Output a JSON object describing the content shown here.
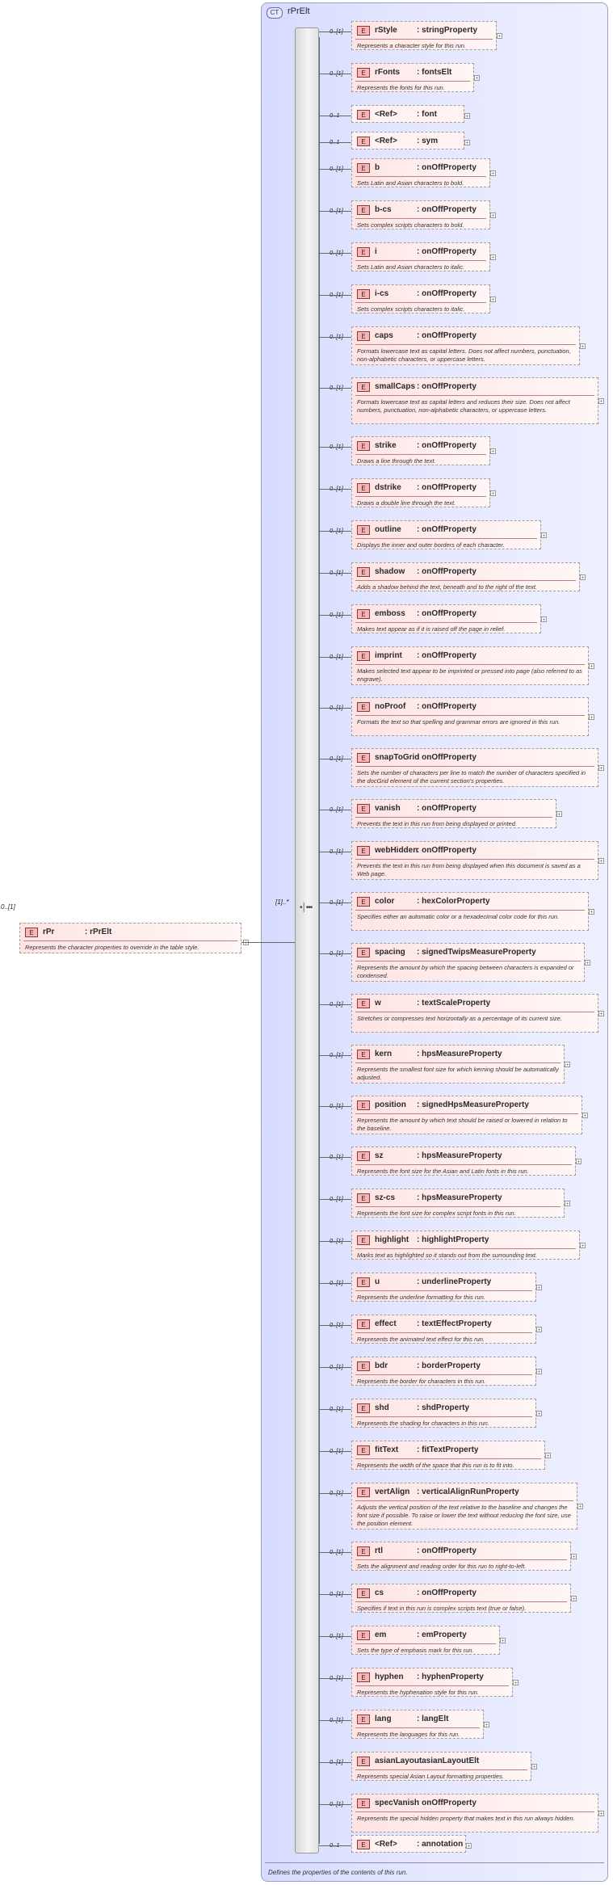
{
  "container": {
    "badge": "CT",
    "name": "rPrElt",
    "documentation": "Defines the properties of the contents of this run."
  },
  "root": {
    "occurrence": "0..[1]",
    "badge": "E",
    "name": "rPr",
    "type": ": rPrElt",
    "documentation": "Represents the character properties to override in the table style."
  },
  "sequence": {
    "occurrence": "[1]..*",
    "compositor_glyph": "•│•••"
  },
  "elements": [
    {
      "occ": "0..[1]",
      "badge": "E",
      "name": "rStyle",
      "type": ": stringProperty",
      "doc": "Represents a character style for this run."
    },
    {
      "occ": "0..[1]",
      "badge": "E",
      "name": "rFonts",
      "type": ": fontsElt",
      "doc": "Represents the fonts for this run."
    },
    {
      "occ": "0..1",
      "badge": "E",
      "name": "<Ref>",
      "type": ": font",
      "doc": ""
    },
    {
      "occ": "0..1",
      "badge": "E",
      "name": "<Ref>",
      "type": ": sym",
      "doc": ""
    },
    {
      "occ": "0..[1]",
      "badge": "E",
      "name": "b",
      "type": ": onOffProperty",
      "doc": "Sets Latin and Asian characters to bold."
    },
    {
      "occ": "0..[1]",
      "badge": "E",
      "name": "b-cs",
      "type": ": onOffProperty",
      "doc": "Sets complex scripts characters to bold."
    },
    {
      "occ": "0..[1]",
      "badge": "E",
      "name": "i",
      "type": ": onOffProperty",
      "doc": "Sets Latin and Asian characters to italic."
    },
    {
      "occ": "0..[1]",
      "badge": "E",
      "name": "i-cs",
      "type": ": onOffProperty",
      "doc": "Sets complex scripts characters to italic."
    },
    {
      "occ": "0..[1]",
      "badge": "E",
      "name": "caps",
      "type": ": onOffProperty",
      "doc": "Formats lowercase text as capital letters. Does not affect numbers, punctuation, non-alphabetic characters, or uppercase letters."
    },
    {
      "occ": "0..[1]",
      "badge": "E",
      "name": "smallCaps",
      "type": ": onOffProperty",
      "doc": "Formats lowercase text as capital letters and reduces their size. Does not affect numbers, punctuation, non-alphabetic characters, or uppercase letters."
    },
    {
      "occ": "0..[1]",
      "badge": "E",
      "name": "strike",
      "type": ": onOffProperty",
      "doc": "Draws a line through the text."
    },
    {
      "occ": "0..[1]",
      "badge": "E",
      "name": "dstrike",
      "type": ": onOffProperty",
      "doc": "Draws a double line through the text."
    },
    {
      "occ": "0..[1]",
      "badge": "E",
      "name": "outline",
      "type": ": onOffProperty",
      "doc": "Displays the inner and outer borders of each character."
    },
    {
      "occ": "0..[1]",
      "badge": "E",
      "name": "shadow",
      "type": ": onOffProperty",
      "doc": "Adds a shadow behind the text, beneath and to the right of the text."
    },
    {
      "occ": "0..[1]",
      "badge": "E",
      "name": "emboss",
      "type": ": onOffProperty",
      "doc": "Makes text appear as if it is raised off the page in relief."
    },
    {
      "occ": "0..[1]",
      "badge": "E",
      "name": "imprint",
      "type": ": onOffProperty",
      "doc": "Makes selected text appear to be imprinted or pressed into page (also referred to as engrave)."
    },
    {
      "occ": "0..[1]",
      "badge": "E",
      "name": "noProof",
      "type": ": onOffProperty",
      "doc": "Formats the text so that spelling and grammar errors are ignored in this run."
    },
    {
      "occ": "0..[1]",
      "badge": "E",
      "name": "snapToGrid",
      "type": ": onOffProperty",
      "doc": "Sets the number of characters per line to match the number of characters specified in the docGrid element of the  current section's properties."
    },
    {
      "occ": "0..[1]",
      "badge": "E",
      "name": "vanish",
      "type": ": onOffProperty",
      "doc": "Prevents the text in this run from being displayed or printed."
    },
    {
      "occ": "0..[1]",
      "badge": "E",
      "name": "webHidden",
      "type": ": onOffProperty",
      "doc": "Prevents the text in this run from being displayed when this document is saved as a Web page."
    },
    {
      "occ": "0..[1]",
      "badge": "E",
      "name": "color",
      "type": ": hexColorProperty",
      "doc": "Specifies either an automatic color or a hexadecimal color code for this run."
    },
    {
      "occ": "0..[1]",
      "badge": "E",
      "name": "spacing",
      "type": ": signedTwipsMeasureProperty",
      "doc": "Represents the amount by which the spacing between characters is expanded or condensed."
    },
    {
      "occ": "0..[1]",
      "badge": "E",
      "name": "w",
      "type": ": textScaleProperty",
      "doc": "Stretches or compresses text horizontally as a percentage of its current size."
    },
    {
      "occ": "0..[1]",
      "badge": "E",
      "name": "kern",
      "type": ": hpsMeasureProperty",
      "doc": "Represents the smallest font size for which kerning should be automatically adjusted."
    },
    {
      "occ": "0..[1]",
      "badge": "E",
      "name": "position",
      "type": ": signedHpsMeasureProperty",
      "doc": "Represents the amount by which text should be raised or lowered in relation to the baseline."
    },
    {
      "occ": "0..[1]",
      "badge": "E",
      "name": "sz",
      "type": ": hpsMeasureProperty",
      "doc": "Represents the font size for the Asian and Latin fonts in this run."
    },
    {
      "occ": "0..[1]",
      "badge": "E",
      "name": "sz-cs",
      "type": ": hpsMeasureProperty",
      "doc": "Represents the font size for complex script fonts in this run."
    },
    {
      "occ": "0..[1]",
      "badge": "E",
      "name": "highlight",
      "type": ": highlightProperty",
      "doc": "Marks text as highlighted so it stands out from the surrounding text."
    },
    {
      "occ": "0..[1]",
      "badge": "E",
      "name": "u",
      "type": ": underlineProperty",
      "doc": "Represents the underline formatting for this run."
    },
    {
      "occ": "0..[1]",
      "badge": "E",
      "name": "effect",
      "type": ": textEffectProperty",
      "doc": "Represents the animated text effect for this run."
    },
    {
      "occ": "0..[1]",
      "badge": "E",
      "name": "bdr",
      "type": ": borderProperty",
      "doc": "Represents the border for characters in this run."
    },
    {
      "occ": "0..[1]",
      "badge": "E",
      "name": "shd",
      "type": ": shdProperty",
      "doc": "Represents the shading for characters in this run."
    },
    {
      "occ": "0..[1]",
      "badge": "E",
      "name": "fitText",
      "type": ": fitTextProperty",
      "doc": "Represents the width of the space that this run is to fit into."
    },
    {
      "occ": "0..[1]",
      "badge": "E",
      "name": "vertAlign",
      "type": ": verticalAlignRunProperty",
      "doc": "Adjusts the vertical position of the text relative to the baseline and changes the font size if possible. To raise or lower the text without reducing the font size, use the position element."
    },
    {
      "occ": "0..[1]",
      "badge": "E",
      "name": "rtl",
      "type": ": onOffProperty",
      "doc": "Sets the alignment and reading order for this run to right-to-left."
    },
    {
      "occ": "0..[1]",
      "badge": "E",
      "name": "cs",
      "type": ": onOffProperty",
      "doc": "Specifies if text in this run is complex scripts text (true or false)."
    },
    {
      "occ": "0..[1]",
      "badge": "E",
      "name": "em",
      "type": ": emProperty",
      "doc": "Sets the type of emphasis mark for this run."
    },
    {
      "occ": "0..[1]",
      "badge": "E",
      "name": "hyphen",
      "type": ": hyphenProperty",
      "doc": "Represents the hyphenation style for this run."
    },
    {
      "occ": "0..[1]",
      "badge": "E",
      "name": "lang",
      "type": ": langElt",
      "doc": "Represents the languages for this run."
    },
    {
      "occ": "0..[1]",
      "badge": "E",
      "name": "asianLayout",
      "type": ": asianLayoutElt",
      "doc": "Represents special Asian Layout formatting properties."
    },
    {
      "occ": "0..[1]",
      "badge": "E",
      "name": "specVanish",
      "type": ": onOffProperty",
      "doc": "Represents the special hidden property that makes text in this run always hidden."
    },
    {
      "occ": "0..1",
      "badge": "E",
      "name": "<Ref>",
      "type": ": annotation",
      "doc": ""
    }
  ]
}
